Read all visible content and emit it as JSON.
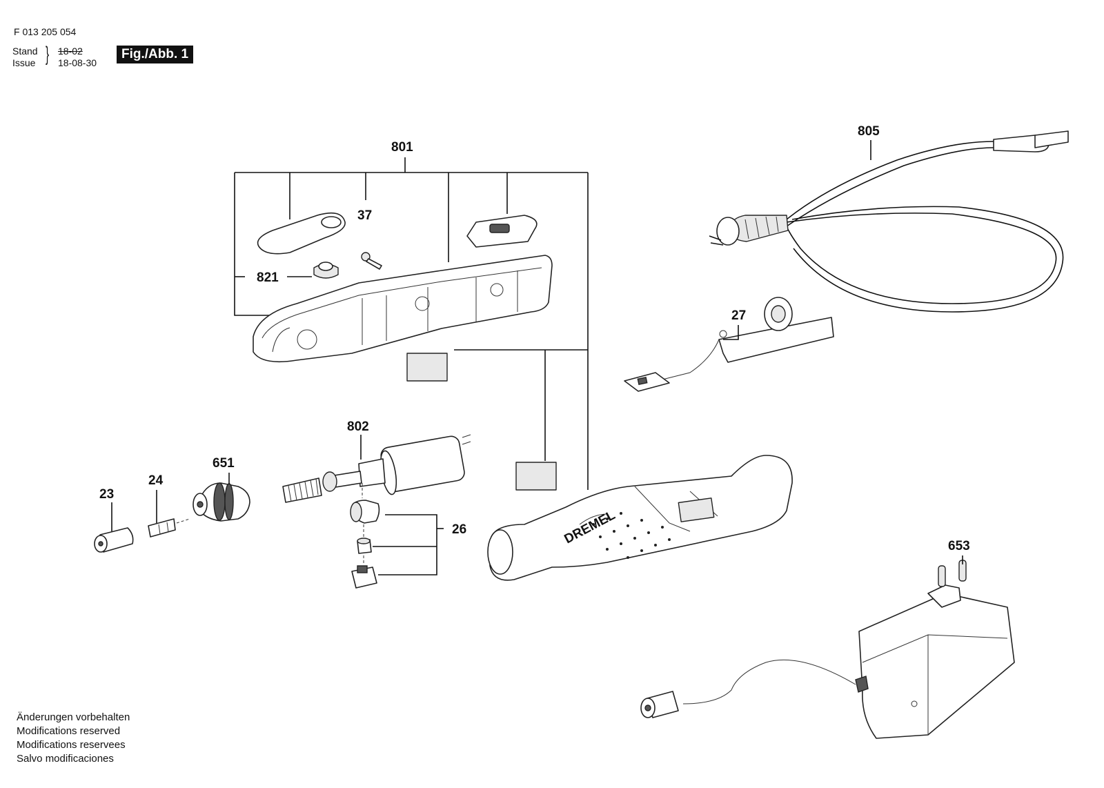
{
  "header": {
    "doc_number": "F 013 205 054",
    "stand_label": "Stand",
    "issue_label": "Issue",
    "old_date": "18-02",
    "new_date": "18-08-30",
    "figure_label": "Fig./Abb. 1"
  },
  "parts": {
    "p801": "801",
    "p37": "37",
    "p821": "821",
    "p805": "805",
    "p27": "27",
    "p802": "802",
    "p651": "651",
    "p24": "24",
    "p23": "23",
    "p26": "26",
    "p653": "653"
  },
  "housing_logo": "DREMEL",
  "footer_notes": [
    "Änderungen vorbehalten",
    "Modifications reserved",
    "Modifications reservees",
    "Salvo modificaciones"
  ]
}
